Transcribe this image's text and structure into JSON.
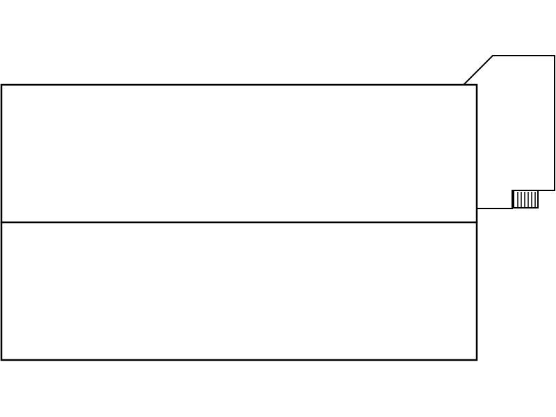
{
  "diagram": {
    "stroke_color": "#000000",
    "fill_color": "#ffffff",
    "background_color": "#ffffff",
    "parts": [
      "main-body-upper-panel",
      "main-body-lower-panel",
      "side-module",
      "vent-grille"
    ]
  }
}
